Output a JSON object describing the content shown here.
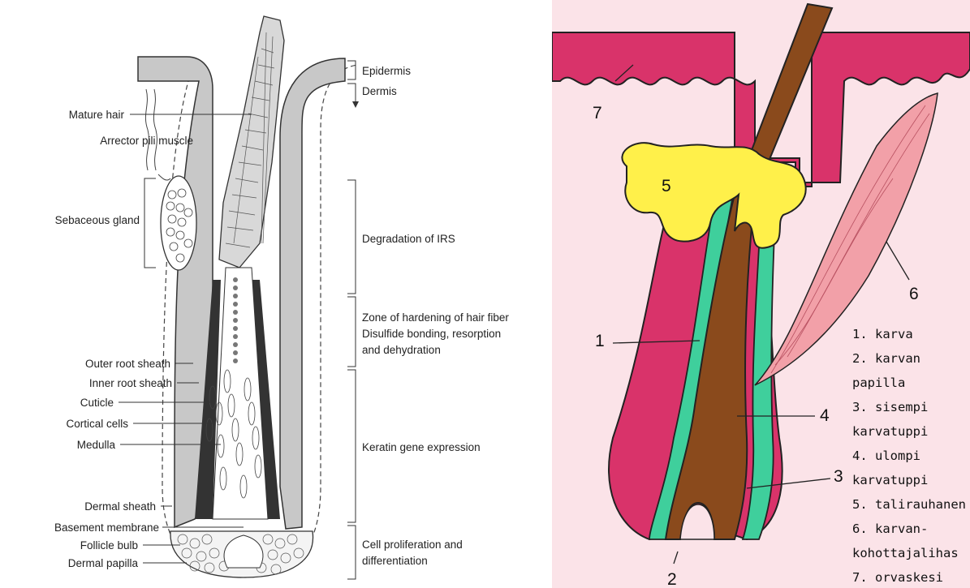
{
  "left_panel": {
    "labels": {
      "epidermis": "Epidermis",
      "dermis": "Dermis",
      "mature_hair": "Mature hair",
      "arrector_pili": "Arrector pili muscle",
      "sebaceous_gland": "Sebaceous gland",
      "outer_root_sheath": "Outer root sheath",
      "inner_root_sheath": "Inner root sheath",
      "cuticle": "Cuticle",
      "cortical_cells": "Cortical cells",
      "medulla": "Medulla",
      "dermal_sheath": "Dermal sheath",
      "basement_membrane": "Basement membrane",
      "follicle_bulb": "Follicle bulb",
      "dermal_papilla": "Dermal papilla"
    },
    "zones": {
      "degradation": "Degradation of IRS",
      "hardening_1": "Zone of hardening of hair fiber",
      "hardening_2": "Disulfide bonding, resorption",
      "hardening_3": "and dehydration",
      "keratin": "Keratin gene expression",
      "proliferation_1": "Cell proliferation and",
      "proliferation_2": "differentiation"
    }
  },
  "right_panel": {
    "numbers": {
      "n1": "1",
      "n2": "2",
      "n3": "3",
      "n4": "4",
      "n5": "5",
      "n6": "6",
      "n7": "7"
    },
    "legend": [
      "1. karva",
      "2. karvan",
      "papilla",
      "3. sisempi",
      "karvatuppi",
      "4. ulompi",
      "karvatuppi",
      "5. talirauhanen",
      "6. karvan-",
      "kohottajalihas",
      "7. orvaskesi"
    ],
    "colors": {
      "skin_background": "#fbe3e8",
      "epidermis": "#d9336a",
      "hair_shaft": "#8a4a1c",
      "inner_sheath": "#3fcf9c",
      "sebaceous_gland": "#fff04a",
      "muscle": "#f2a0a8"
    }
  }
}
